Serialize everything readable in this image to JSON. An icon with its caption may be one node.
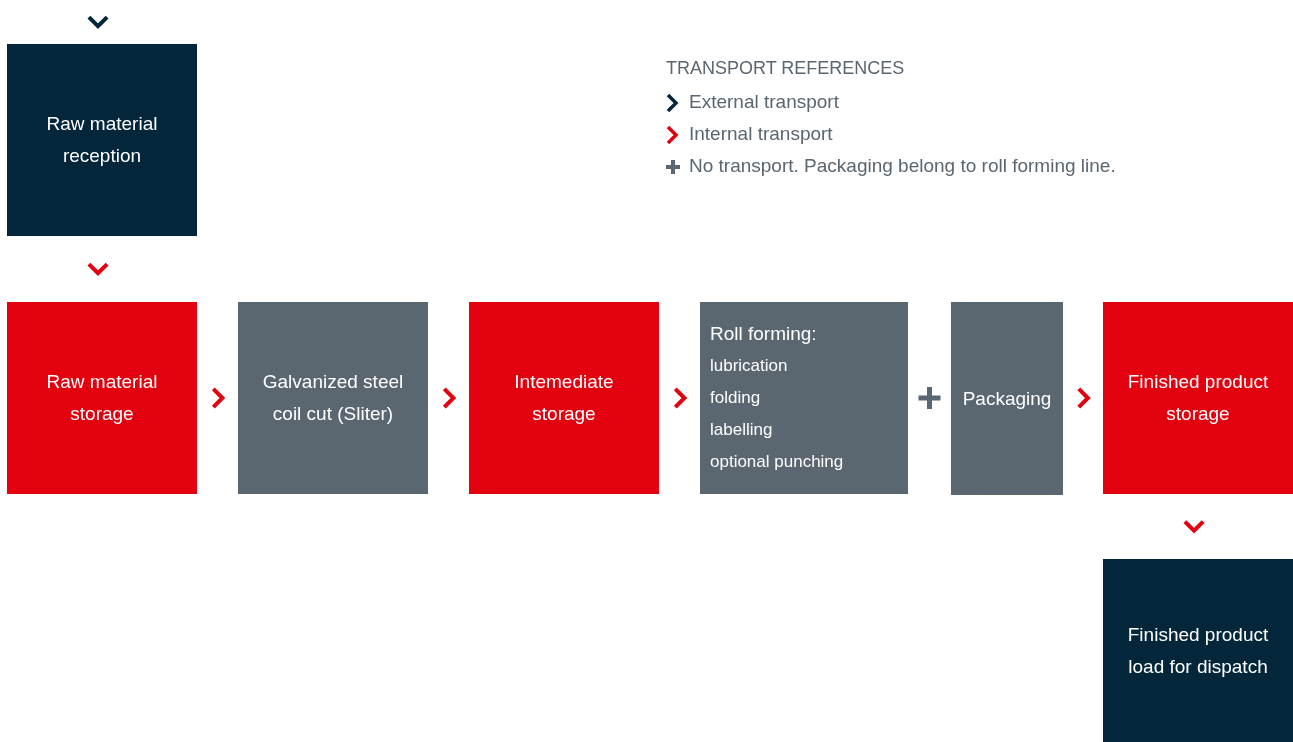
{
  "diagram": {
    "nodes": [
      {
        "text": [
          "Raw material reception"
        ]
      },
      {
        "text": [
          "Raw material storage"
        ]
      },
      {
        "text": [
          "Galvanized steel coil cut (Sliter)"
        ]
      },
      {
        "text": [
          "Intemediate storage"
        ]
      },
      {
        "text": [
          "Roll forming:",
          "lubrication",
          "folding",
          "labelling",
          "optional punching"
        ]
      },
      {
        "text": [
          "Packaging"
        ]
      },
      {
        "text": [
          "Finished product storage"
        ]
      },
      {
        "text": [
          "Finished product load for dispatch"
        ]
      }
    ],
    "edges": [
      {
        "from": null,
        "to": 0,
        "arrow": "to",
        "color": "#03263a"
      },
      {
        "from": 0,
        "to": 1,
        "arrow": "to"
      },
      {
        "from": 1,
        "to": 2,
        "arrow": "to"
      },
      {
        "from": 2,
        "to": 3,
        "arrow": "to"
      },
      {
        "from": 3,
        "to": 4,
        "arrow": "to"
      },
      {
        "from": 4,
        "to": 5,
        "arrow": "none",
        "color": "#5a6670"
      },
      {
        "from": 5,
        "to": 6,
        "arrow": "to"
      },
      {
        "from": 6,
        "to": 7,
        "arrow": "to"
      }
    ],
    "labels": [
      "TRANSPORT REFERENCES"
    ],
    "legend": [
      {
        "text": "External transport",
        "color": "#03263a"
      },
      {
        "text": "Internal transport",
        "color": "#e3000f"
      },
      {
        "text": "No transport. Packaging belong to roll forming line.",
        "color": "#5a6670"
      }
    ]
  }
}
